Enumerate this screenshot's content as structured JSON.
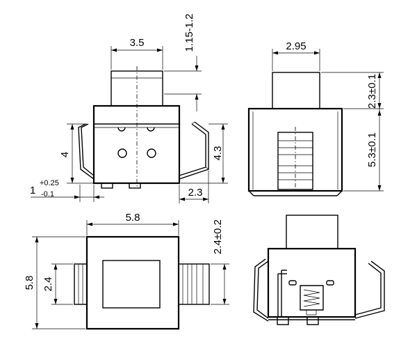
{
  "dimensions": {
    "front_top_width": "3.5",
    "front_top_height": "1.15-1.2",
    "front_height_left": "4",
    "front_pin_offset_main": "1",
    "front_pin_offset_plus": "+0.25",
    "front_pin_offset_minus": "-0.1",
    "front_height_right": "4.3",
    "front_pin_length": "2.3",
    "side_top_width": "2.95",
    "side_top_height": "2.3±0.1",
    "side_body_height": "5.3±0.1",
    "bottom_width": "5.8",
    "bottom_height": "5.8",
    "bottom_tab_height": "2.4",
    "bottom_tab_width": "2.4±0.2"
  }
}
